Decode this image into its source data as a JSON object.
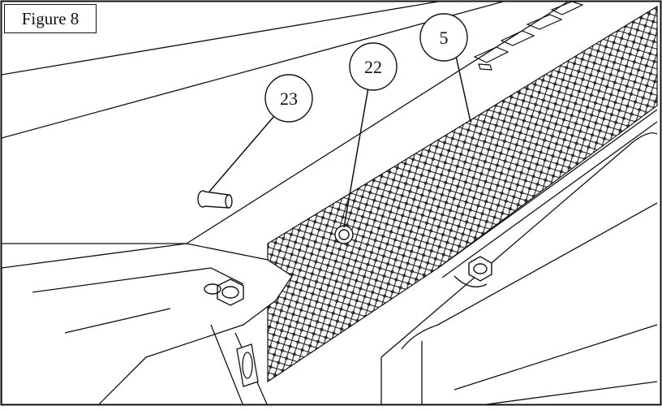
{
  "figure": {
    "label": "Figure 8"
  },
  "callouts": [
    {
      "id": "callout-23",
      "number": "23"
    },
    {
      "id": "callout-22",
      "number": "22"
    },
    {
      "id": "callout-5",
      "number": "5"
    }
  ]
}
